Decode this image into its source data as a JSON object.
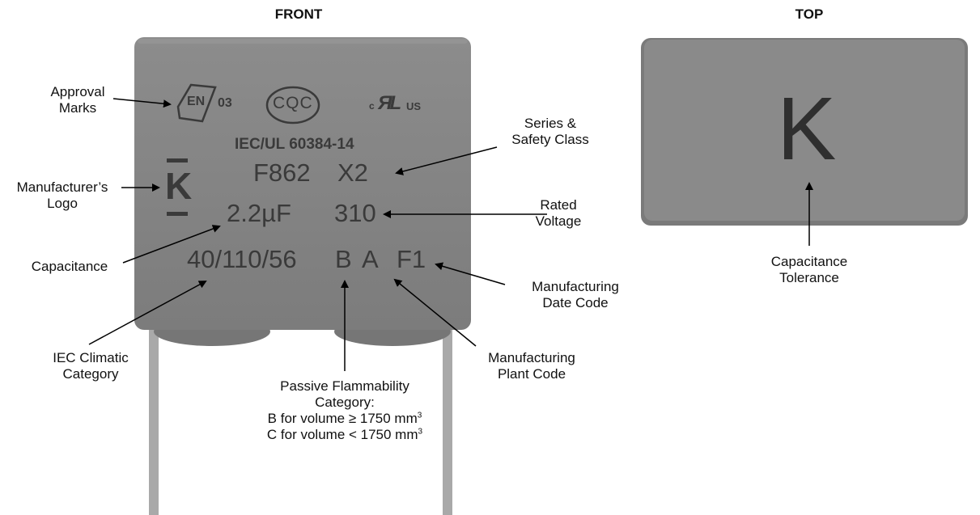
{
  "headings": {
    "front": "FRONT",
    "top": "TOP"
  },
  "front_markings": {
    "approval_en": "03",
    "approval_cqc": "CQC",
    "approval_ul_prefix": "c",
    "approval_ul_suffix": "US",
    "standard": "IEC/UL 60384-14",
    "logo_letter": "K",
    "series": "F862",
    "safety_class": "X2",
    "capacitance": "2.2µF",
    "rated_voltage": "310",
    "climatic_category": "40/110/56",
    "flammability": "B",
    "plant_code": "A",
    "date_code": "F1"
  },
  "top_marking": {
    "tolerance_letter": "K"
  },
  "callouts": {
    "approval_marks": [
      "Approval",
      "Marks"
    ],
    "series_safety": [
      "Series &",
      "Safety Class"
    ],
    "manufacturer_logo": [
      "Manufacturer’s",
      "Logo"
    ],
    "rated_voltage": [
      "Rated",
      "Voltage"
    ],
    "capacitance": [
      "Capacitance"
    ],
    "date_code": [
      "Manufacturing",
      "Date Code"
    ],
    "climatic": [
      "IEC Climatic",
      "Category"
    ],
    "plant_code": [
      "Manufacturing",
      "Plant Code"
    ],
    "flammability": [
      "Passive Flammability",
      "Category:",
      "B for volume ≥ 1750 mm",
      "C for volume < 1750 mm"
    ],
    "flammability_sup": "3",
    "tolerance": [
      "Capacitance",
      "Tolerance"
    ]
  },
  "colors": {
    "body": "#858585",
    "marking": "#3a3a3a",
    "lead": "#a9a9a9"
  }
}
